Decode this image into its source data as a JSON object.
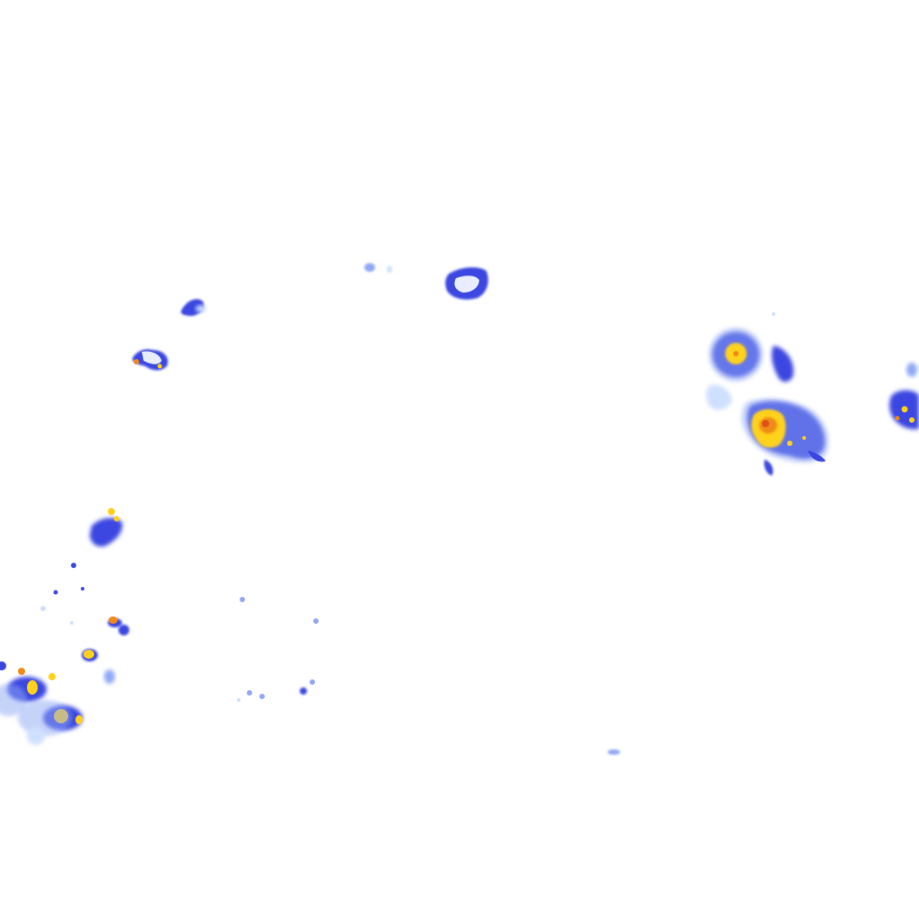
{
  "map": {
    "type": "precipitation-radar-tile",
    "background": "#ffffff",
    "palette": {
      "very_light": "#cfe0ff",
      "light": "#8fa8f5",
      "moderate": "#3a46e0",
      "heavy": "#ffd21a",
      "very_heavy": "#f08a14",
      "extreme": "#e0501a"
    },
    "cells": [
      {
        "id": "storm-north-center",
        "max_intensity": "moderate"
      },
      {
        "id": "storm-north-small",
        "max_intensity": "light"
      },
      {
        "id": "storm-west-1",
        "max_intensity": "moderate"
      },
      {
        "id": "storm-west-2",
        "max_intensity": "very_heavy"
      },
      {
        "id": "storm-east-upper",
        "max_intensity": "heavy"
      },
      {
        "id": "storm-east-lower",
        "max_intensity": "extreme"
      },
      {
        "id": "storm-east-edge",
        "max_intensity": "heavy"
      },
      {
        "id": "storm-southwest-cluster",
        "max_intensity": "very_heavy"
      },
      {
        "id": "storm-south-scattered",
        "max_intensity": "moderate"
      }
    ]
  }
}
